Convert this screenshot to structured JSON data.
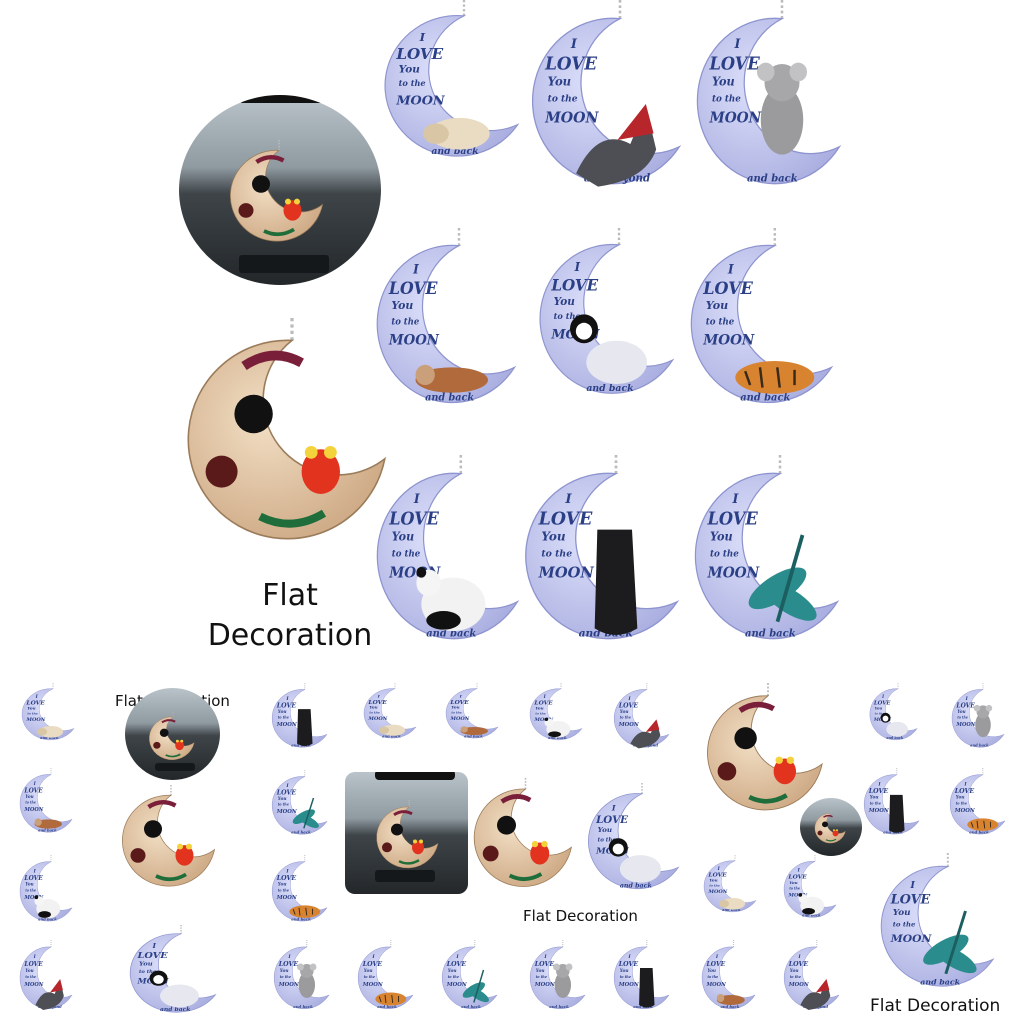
{
  "labels": {
    "main": [
      "Flat",
      "Decoration"
    ],
    "small": "Flat Decoration"
  },
  "moon_text": {
    "i": "I",
    "love": "LOVE",
    "you": "You",
    "to_the": "to the",
    "moon": "MOON",
    "and_back": "and back",
    "and_beyond": "and beyond"
  },
  "colors": {
    "moon_fill": "#c7cbee",
    "moon_edge": "#8e94cf",
    "moon_text": "#2a3f86",
    "sugar_skull_base": "#e9cfae",
    "frog": "#e2331f",
    "dragonfly": "#2a8c8c"
  },
  "ornaments": [
    "sleeping-dog",
    "dragon",
    "koala",
    "sloth",
    "penguin",
    "tiger",
    "panda",
    "bat",
    "dragonfly",
    "sugar-skull-frog"
  ]
}
